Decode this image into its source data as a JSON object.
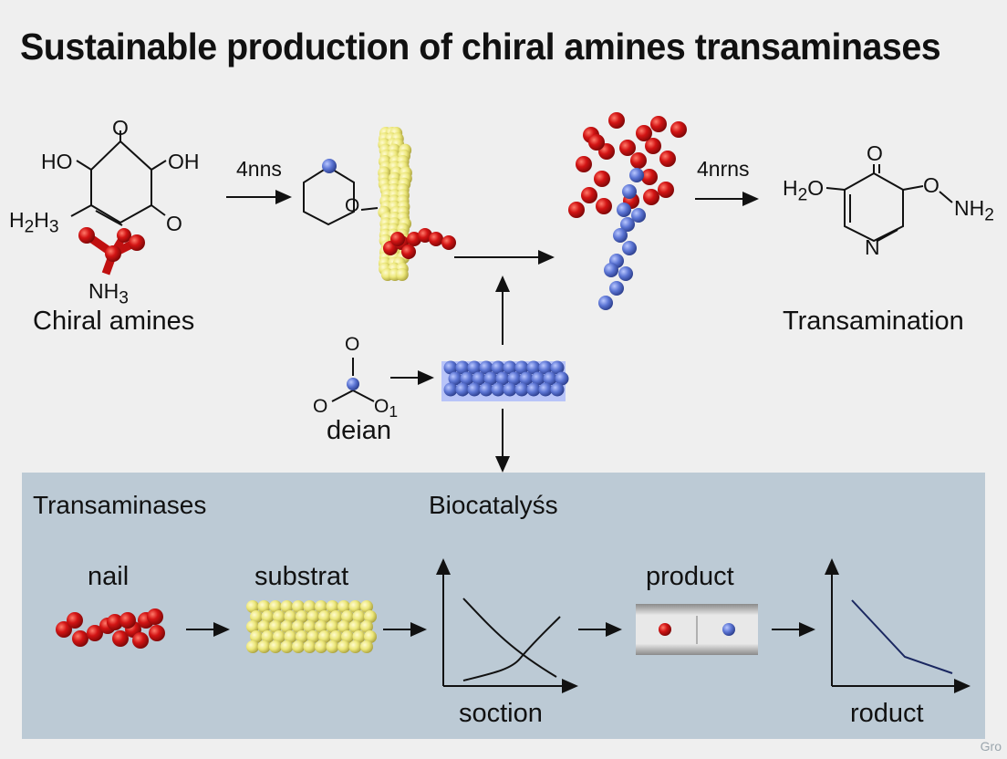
{
  "title": "Sustainable production of chiral amines transaminases",
  "top": {
    "left_molecule": {
      "o": "O",
      "ho": "HO",
      "oh": "OH",
      "o2": "O",
      "h2h3": "H2H3",
      "nh3": "NH3",
      "caption": "Chiral amines"
    },
    "arrow1_label": "4nns",
    "ring_o": "O",
    "arrow2_label": "4nrns",
    "right_molecule": {
      "o": "O",
      "h2o": "H2O",
      "o2": "O",
      "nh2": "NH2",
      "n": "N",
      "caption": "Transamination"
    },
    "small_molecule": {
      "o_top": "O",
      "o_left": "O",
      "o_right": "O1",
      "caption": "deian"
    }
  },
  "panel": {
    "left_heading": "Transaminases",
    "mid_heading": "Biocatalyśs",
    "nail": "nail",
    "substrat": "substrat",
    "soction": "soction",
    "product_top": "product",
    "roduct": "roduct"
  },
  "watermark": "Gro",
  "colors": {
    "panel": "#bccad5",
    "red_atom": "#d31414",
    "yellow_atom": "#ece77a",
    "blue_atom": "#5c75d4",
    "navy_line": "#1a2760"
  }
}
